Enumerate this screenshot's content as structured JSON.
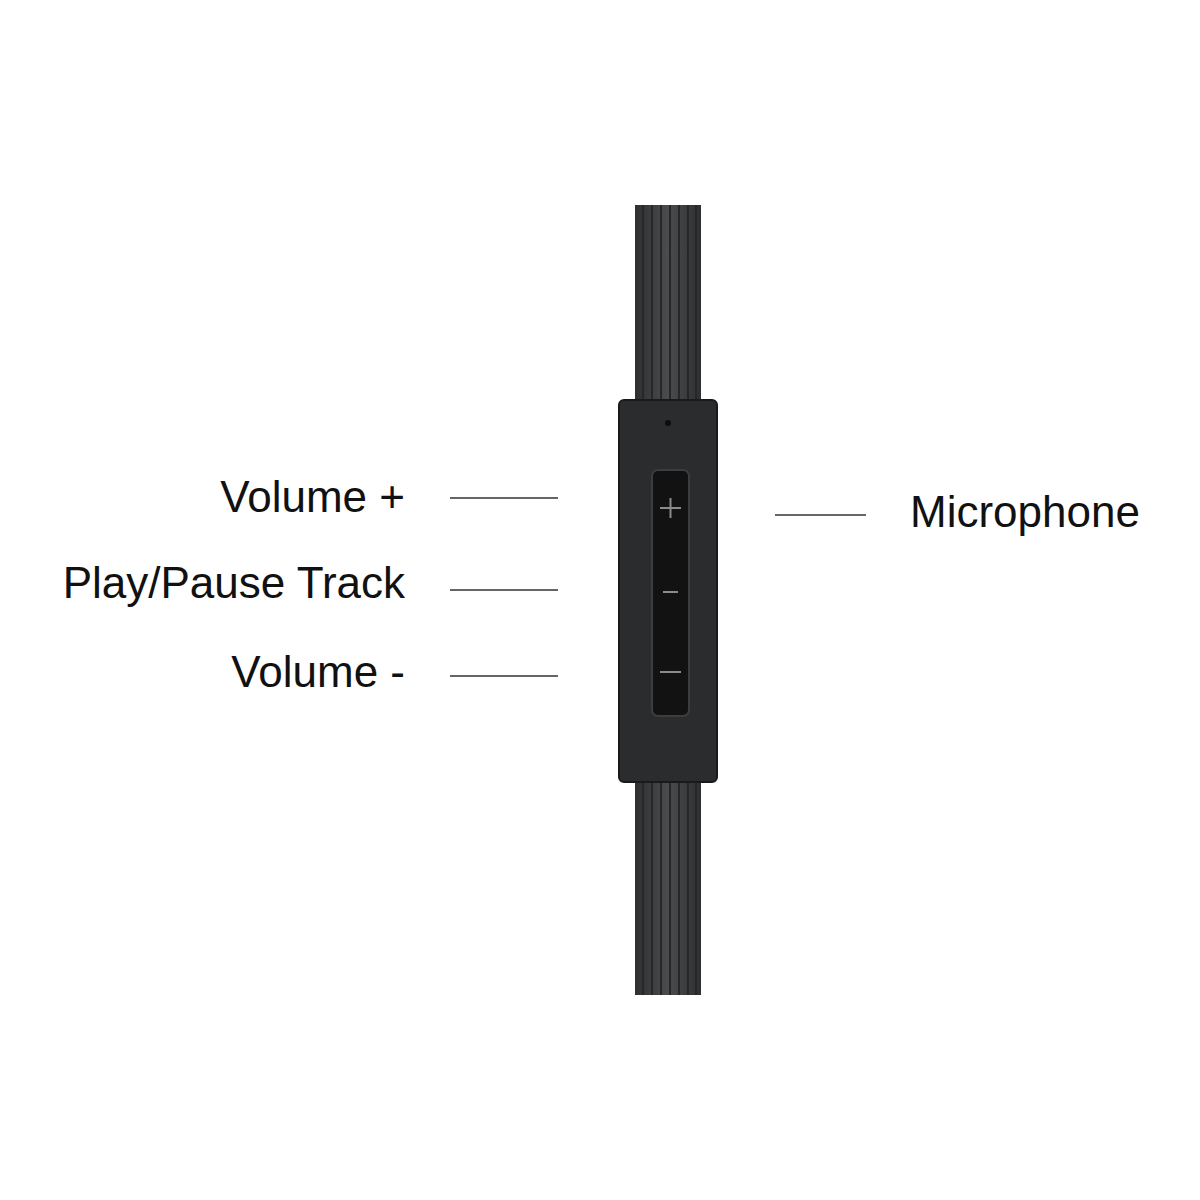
{
  "diagram": {
    "labels": [
      "Volume +",
      "Play/Pause Track",
      "Volume -",
      "Microphone"
    ]
  }
}
